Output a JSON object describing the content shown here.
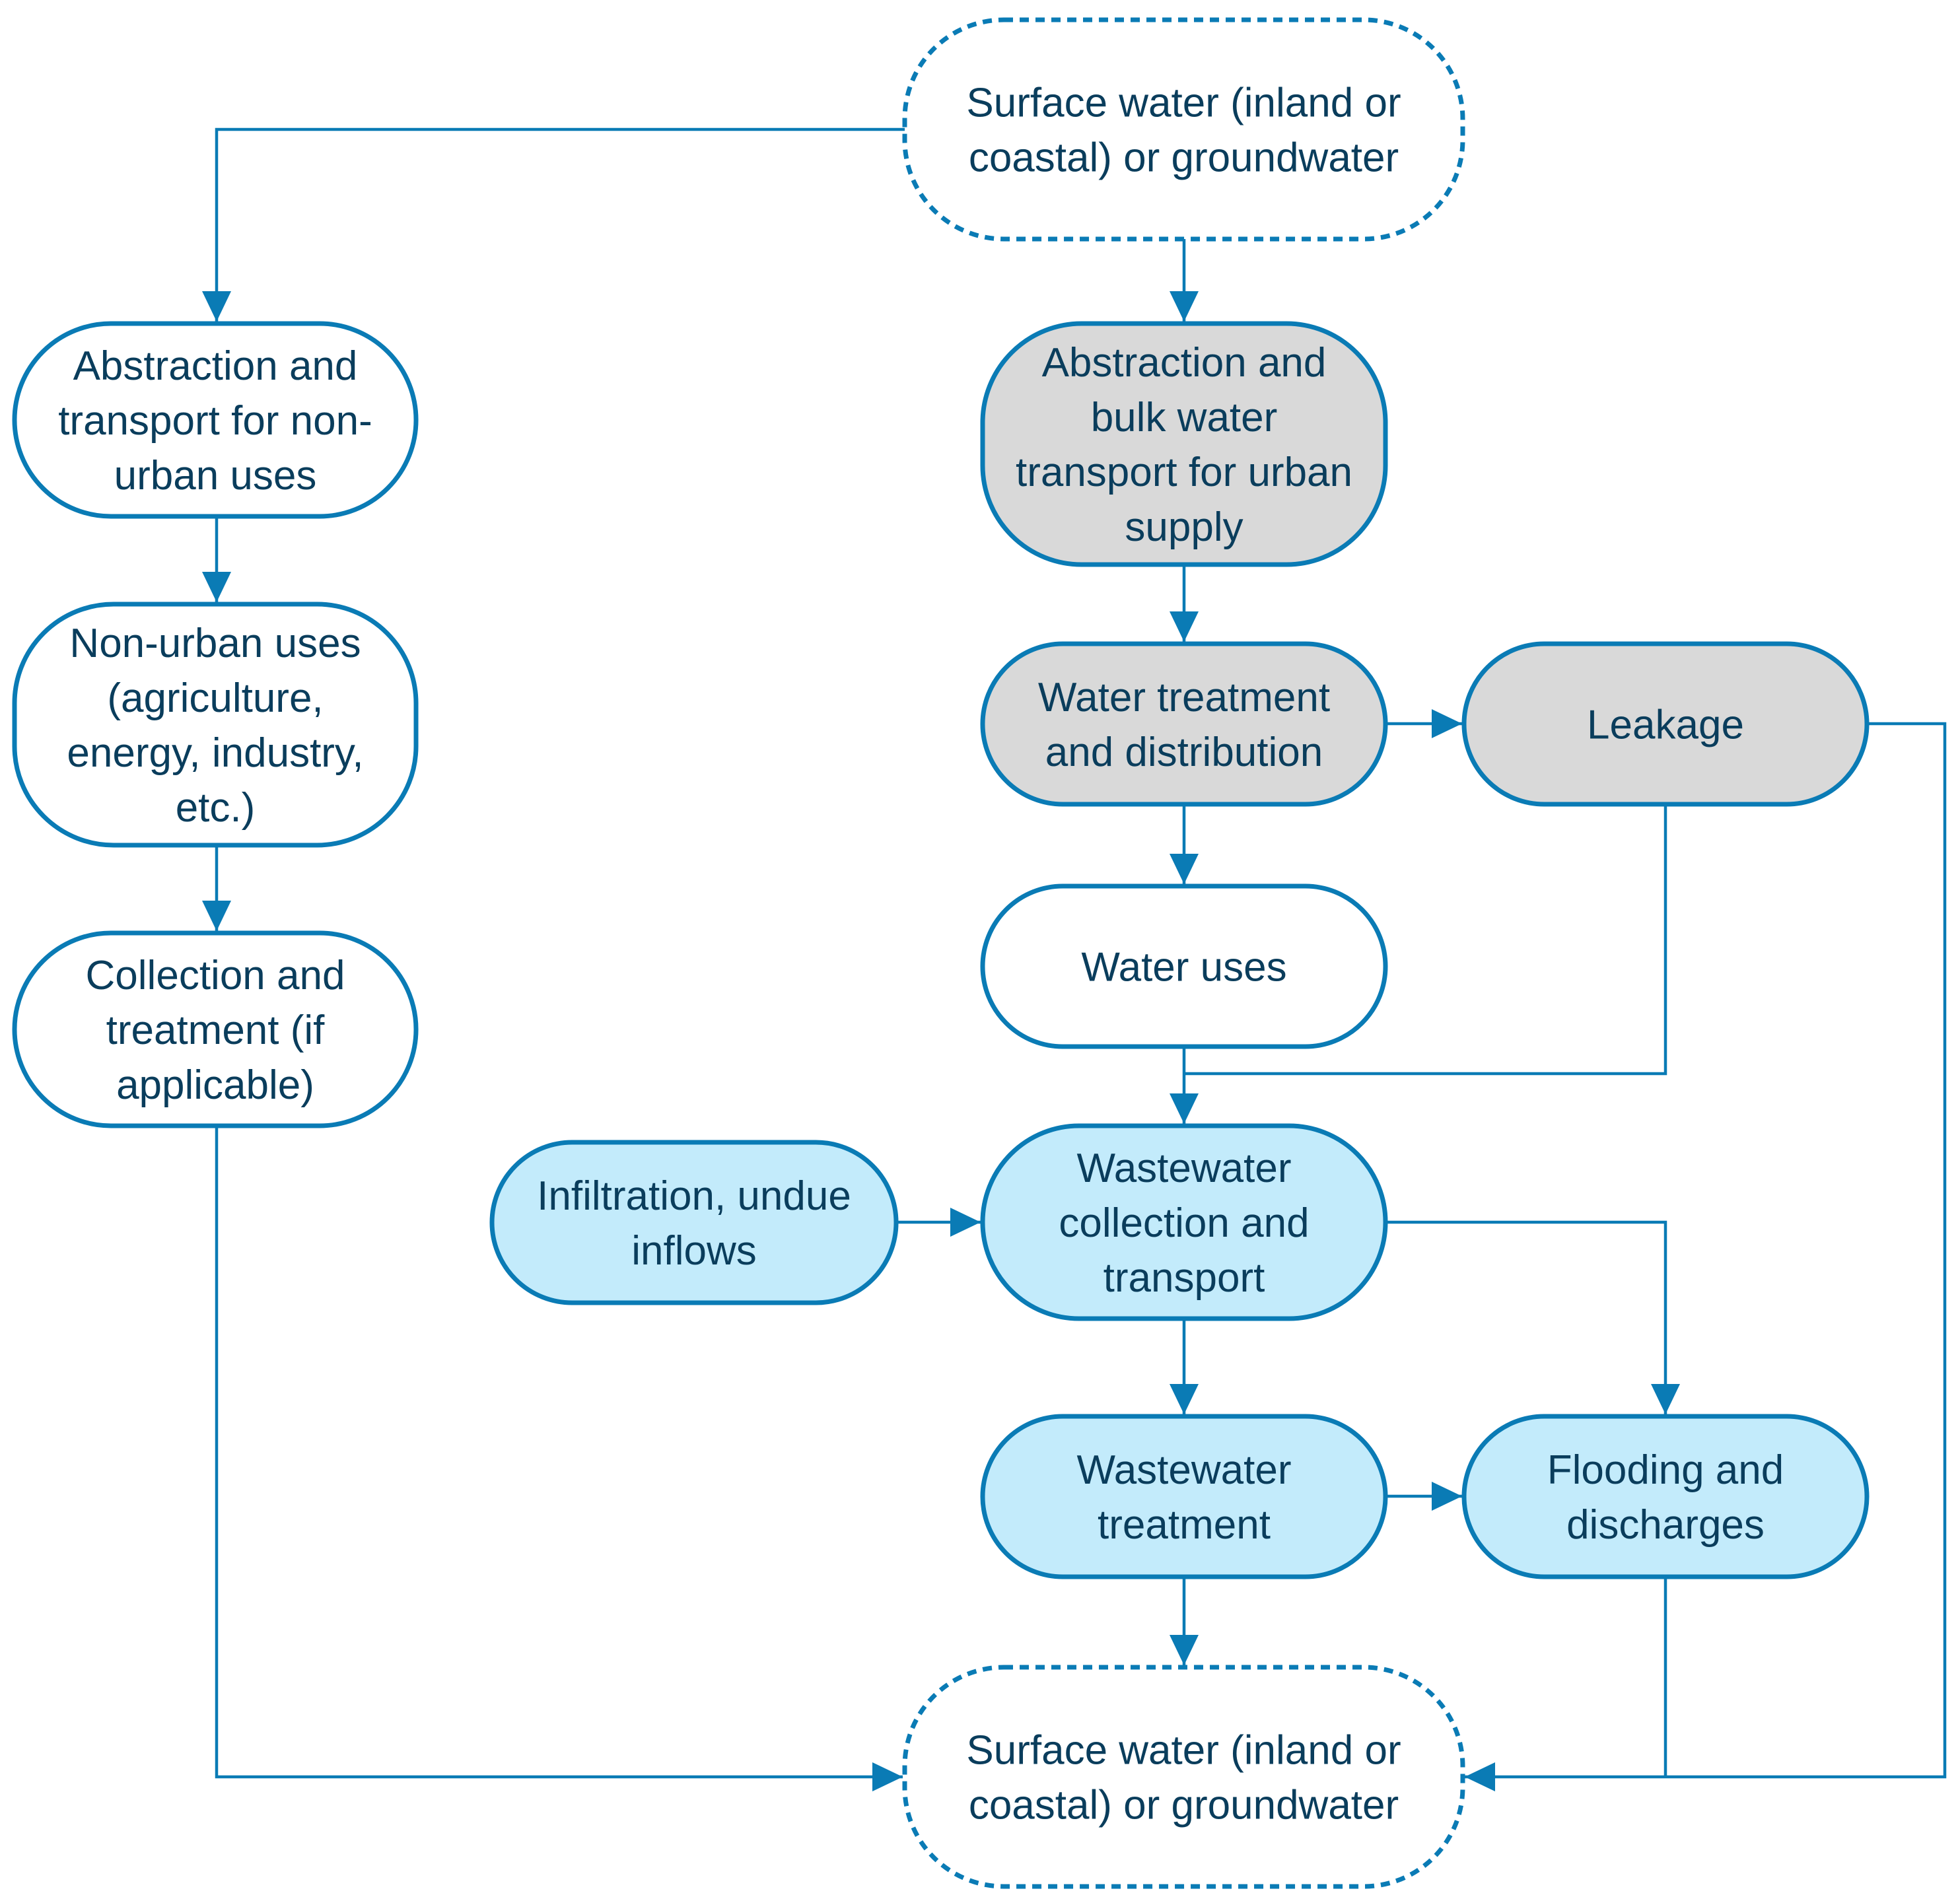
{
  "colors": {
    "stroke": "#0a7bb5",
    "text": "#0a3d5c",
    "white_fill": "#ffffff",
    "grey_fill": "#d9d9d9",
    "blue_fill": "#c3ebfb"
  },
  "nodes": {
    "source_top": {
      "lines": [
        "Surface water (inland or",
        "coastal) or groundwater"
      ],
      "fill": "#ffffff",
      "dashed": true
    },
    "abstraction_non_urban": {
      "lines": [
        "Abstraction and",
        "transport for non-",
        "urban uses"
      ],
      "fill": "#ffffff",
      "dashed": false
    },
    "non_urban_uses": {
      "lines": [
        "Non-urban uses",
        "(agriculture,",
        "energy, industry,",
        "etc.)"
      ],
      "fill": "#ffffff",
      "dashed": false
    },
    "collection_treatment": {
      "lines": [
        "Collection and",
        "treatment (if",
        "applicable)"
      ],
      "fill": "#ffffff",
      "dashed": false
    },
    "abstraction_urban": {
      "lines": [
        "Abstraction and",
        "bulk water",
        "transport for urban",
        "supply"
      ],
      "fill": "#d9d9d9",
      "dashed": false
    },
    "water_treatment": {
      "lines": [
        "Water treatment",
        "and distribution"
      ],
      "fill": "#d9d9d9",
      "dashed": false
    },
    "leakage": {
      "lines": [
        "Leakage"
      ],
      "fill": "#d9d9d9",
      "dashed": false
    },
    "water_uses": {
      "lines": [
        "Water uses"
      ],
      "fill": "#ffffff",
      "dashed": false
    },
    "infiltration": {
      "lines": [
        "Infiltration, undue",
        "inflows"
      ],
      "fill": "#c3ebfb",
      "dashed": false
    },
    "wastewater_collection": {
      "lines": [
        "Wastewater",
        "collection and",
        "transport"
      ],
      "fill": "#c3ebfb",
      "dashed": false
    },
    "wastewater_treatment": {
      "lines": [
        "Wastewater",
        "treatment"
      ],
      "fill": "#c3ebfb",
      "dashed": false
    },
    "flooding": {
      "lines": [
        "Flooding and",
        "discharges"
      ],
      "fill": "#c3ebfb",
      "dashed": false
    },
    "sink_bottom": {
      "lines": [
        "Surface water (inland or",
        "coastal) or groundwater"
      ],
      "fill": "#ffffff",
      "dashed": true
    }
  },
  "edges": [
    {
      "from": "source_top",
      "to": "abstraction_non_urban"
    },
    {
      "from": "source_top",
      "to": "abstraction_urban"
    },
    {
      "from": "abstraction_non_urban",
      "to": "non_urban_uses"
    },
    {
      "from": "non_urban_uses",
      "to": "collection_treatment"
    },
    {
      "from": "collection_treatment",
      "to": "sink_bottom"
    },
    {
      "from": "abstraction_urban",
      "to": "water_treatment"
    },
    {
      "from": "water_treatment",
      "to": "leakage"
    },
    {
      "from": "water_treatment",
      "to": "water_uses"
    },
    {
      "from": "water_uses",
      "to": "wastewater_collection"
    },
    {
      "from": "leakage",
      "to": "wastewater_collection"
    },
    {
      "from": "leakage",
      "to": "sink_bottom"
    },
    {
      "from": "infiltration",
      "to": "wastewater_collection"
    },
    {
      "from": "wastewater_collection",
      "to": "wastewater_treatment"
    },
    {
      "from": "wastewater_collection",
      "to": "flooding"
    },
    {
      "from": "wastewater_treatment",
      "to": "flooding"
    },
    {
      "from": "wastewater_treatment",
      "to": "sink_bottom"
    },
    {
      "from": "flooding",
      "to": "sink_bottom"
    }
  ]
}
